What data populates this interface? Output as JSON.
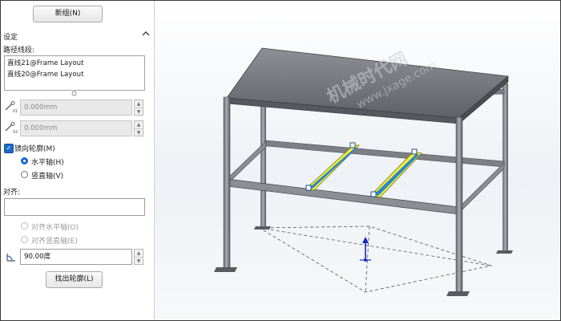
{
  "panel": {
    "new_group_button": "新组(N)",
    "settings_header": "设定",
    "path_segments_label": "路径线段:",
    "path_segments": [
      "直线21@Frame Layout",
      "直线20@Frame Layout"
    ],
    "offset1_value": "0.000mm",
    "offset2_value": "0.000mm",
    "mirror_profile_label": "镜向轮廓(M)",
    "horizontal_axis_label": "水平轴(H)",
    "vertical_axis_label": "竖直轴(V)",
    "align_label": "对齐:",
    "align_value": "",
    "align_horizontal_label": "对齐水平轴(O)",
    "align_vertical_label": "对齐竖直轴(E)",
    "angle_value": "90.00度",
    "locate_profile_button": "找出轮廓(L)"
  },
  "watermark": {
    "line1": "机械时代网",
    "line2": "www.jxage.com"
  },
  "colors": {
    "accent": "#1b6ac9",
    "highlight": "#f2ee3a",
    "steel": "#6d7074"
  }
}
